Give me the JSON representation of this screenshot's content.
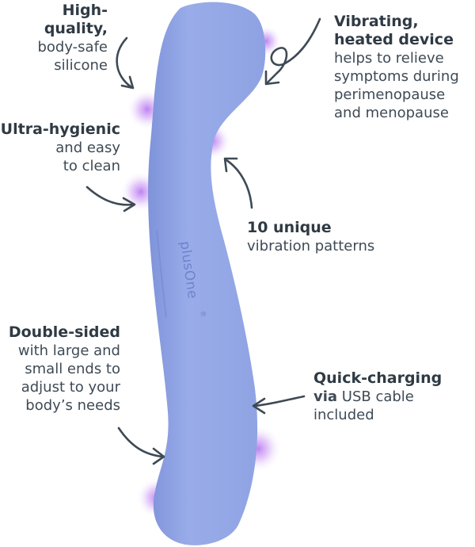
{
  "brand": {
    "logo_text": "plusOne",
    "registered_mark": "®"
  },
  "colors": {
    "device": "#93a7e6",
    "device_shadow": "#7c91d6",
    "glow": "#b26cf0",
    "arrow": "#3e4a55",
    "text": "#3e4a55"
  },
  "callouts": [
    {
      "id": "silicone",
      "title": "High-quality,",
      "lines": [
        "body-safe",
        "silicone"
      ]
    },
    {
      "id": "heated",
      "title": "Vibrating,",
      "title2": "heated device",
      "lines": [
        "helps to relieve",
        "symptoms during",
        "perimenopause",
        "and menopause"
      ]
    },
    {
      "id": "hygienic",
      "title": "Ultra-hygienic",
      "lines": [
        "and easy",
        "to clean"
      ]
    },
    {
      "id": "patterns",
      "title": "10 unique",
      "lines": [
        "vibration patterns"
      ]
    },
    {
      "id": "double",
      "title": "Double-sided",
      "lines": [
        "with large and",
        "small ends to",
        "adjust to your",
        "body’s needs"
      ]
    },
    {
      "id": "charging",
      "title": "Quick-charging",
      "title_suffix_bold": "via",
      "title_suffix": " USB cable",
      "lines": [
        "included"
      ]
    }
  ]
}
